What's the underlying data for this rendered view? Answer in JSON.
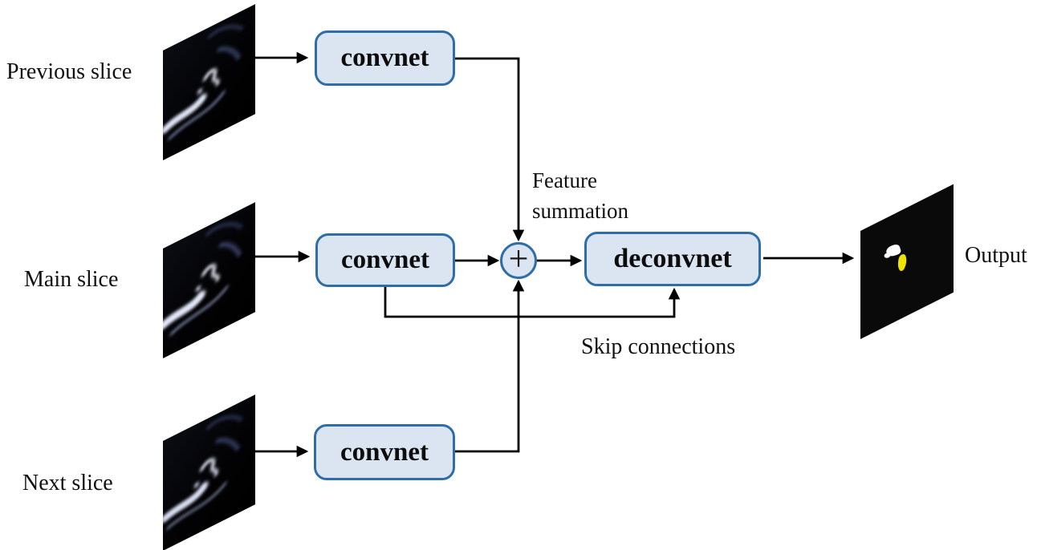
{
  "figure": {
    "colors": {
      "node_fill": "#dbe5f2",
      "node_border": "#2f6da8",
      "arrow": "#000000",
      "slice_background": "#050608",
      "output_blob_white": "#ffffff",
      "output_blob_yellow": "#efe400",
      "background": "#ffffff"
    },
    "slices": [
      {
        "label": "Previous slice"
      },
      {
        "label": "Main slice"
      },
      {
        "label": "Next slice"
      }
    ],
    "nodes": {
      "convnet_previous": {
        "label": "convnet"
      },
      "convnet_main": {
        "label": "convnet"
      },
      "convnet_next": {
        "label": "convnet"
      },
      "summation": {
        "symbol": "+"
      },
      "deconvnet": {
        "label": "deconvnet"
      }
    },
    "annotations": {
      "feature_summation": "Feature summation",
      "skip_connections": "Skip connections",
      "output_label": "Output"
    }
  }
}
